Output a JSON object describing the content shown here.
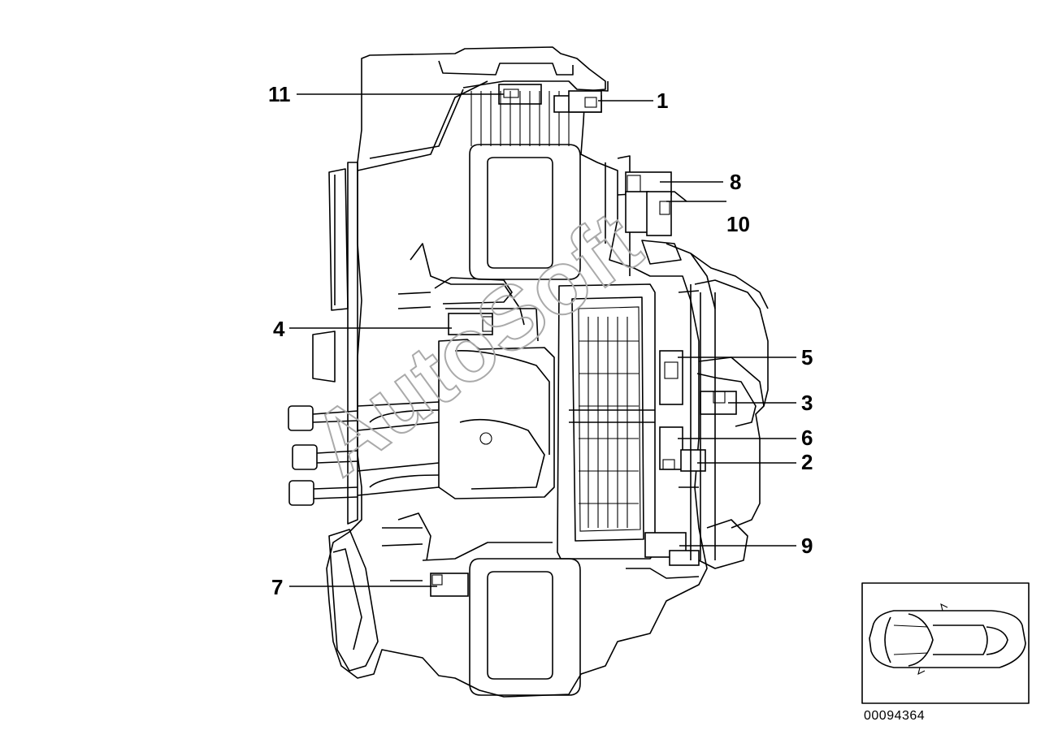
{
  "callouts": [
    {
      "id": "11",
      "label": "11"
    },
    {
      "id": "1",
      "label": "1"
    },
    {
      "id": "8",
      "label": "8"
    },
    {
      "id": "10",
      "label": "10"
    },
    {
      "id": "4",
      "label": "4"
    },
    {
      "id": "5",
      "label": "5"
    },
    {
      "id": "3",
      "label": "3"
    },
    {
      "id": "6",
      "label": "6"
    },
    {
      "id": "2",
      "label": "2"
    },
    {
      "id": "9",
      "label": "9"
    },
    {
      "id": "7",
      "label": "7"
    }
  ],
  "watermark": "AutoSoft",
  "part_number": "00094364"
}
